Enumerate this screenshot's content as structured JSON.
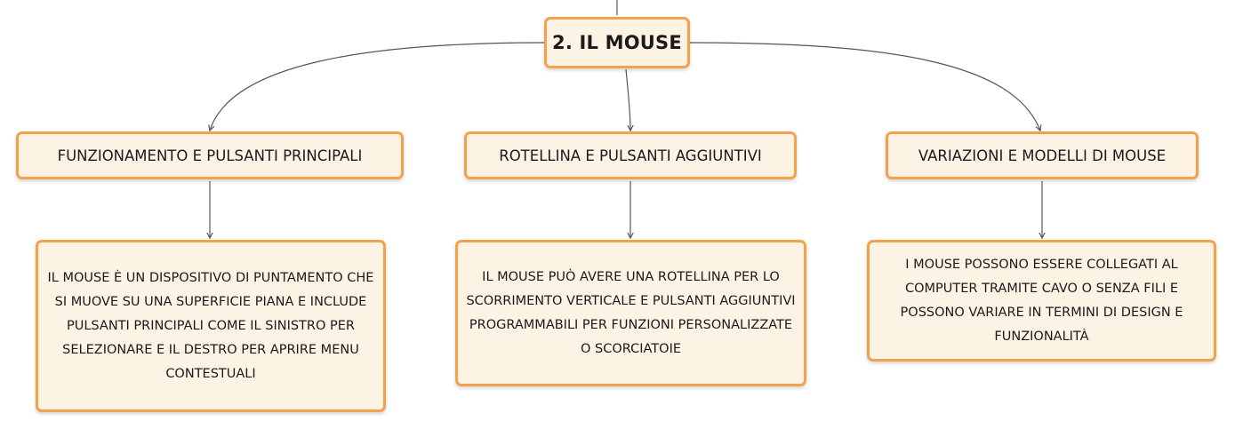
{
  "root": {
    "title": "2. IL MOUSE"
  },
  "branches": [
    {
      "label": "FUNZIONAMENTO E PULSANTI PRINCIPALI",
      "detail": "IL MOUSE È UN DISPOSITIVO DI PUNTAMENTO CHE SI MUOVE SU UNA SUPERFICIE PIANA E INCLUDE PULSANTI PRINCIPALI COME IL SINISTRO PER SELEZIONARE E IL DESTRO PER APRIRE MENU CONTESTUALI"
    },
    {
      "label": "ROTELLINA E PULSANTI AGGIUNTIVI",
      "detail": "IL MOUSE PUÒ AVERE UNA ROTELLINA PER LO SCORRIMENTO VERTICALE E PULSANTI AGGIUNTIVI PROGRAMMABILI PER FUNZIONI PERSONALIZZATE O SCORCIATOIE"
    },
    {
      "label": "VARIAZIONI E MODELLI DI MOUSE",
      "detail": "I MOUSE POSSONO ESSERE COLLEGATI AL COMPUTER TRAMITE CAVO O SENZA FILI E POSSONO VARIARE IN TERMINI DI DESIGN E FUNZIONALITÀ"
    }
  ],
  "colors": {
    "node_border": "#f2a24b",
    "node_fill": "#fdf3e4",
    "connector": "#555555"
  }
}
